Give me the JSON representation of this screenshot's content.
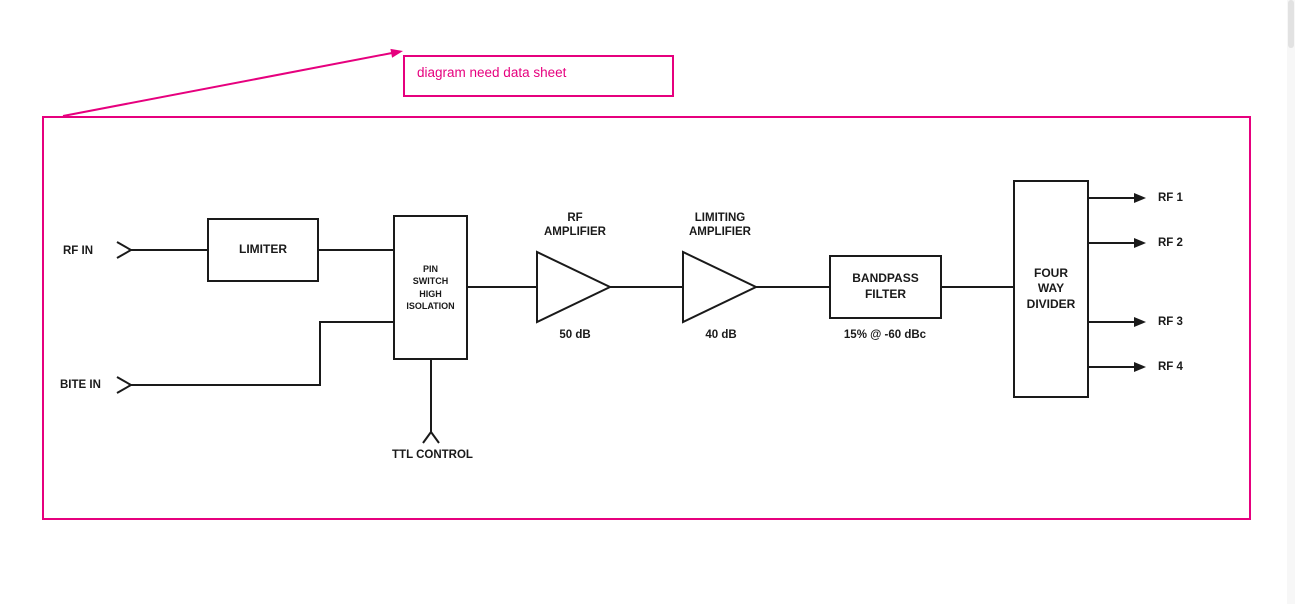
{
  "page": {
    "accent_pink": "#e6007e",
    "line_black": "#1a1a1a"
  },
  "annotation": {
    "text": "diagram need data sheet"
  },
  "diagram": {
    "inputs": {
      "rf_in": "RF IN",
      "bite_in": "BITE IN"
    },
    "blocks": {
      "limiter": "LIMITER",
      "pin_switch": "PIN\nSWITCH\nHIGH\nISOLATION",
      "rf_amplifier": "RF\nAMPLIFIER",
      "rf_amplifier_gain": "50 dB",
      "limiting_amplifier": "LIMITING\nAMPLIFIER",
      "limiting_amplifier_gain": "40 dB",
      "bandpass_filter": "BANDPASS\nFILTER",
      "bandpass_spec": "15% @ -60 dBc",
      "four_way_divider": "FOUR\nWAY\nDIVIDER"
    },
    "control_label": "TTL CONTROL",
    "outputs": [
      "RF 1",
      "RF 2",
      "RF 3",
      "RF 4"
    ]
  }
}
